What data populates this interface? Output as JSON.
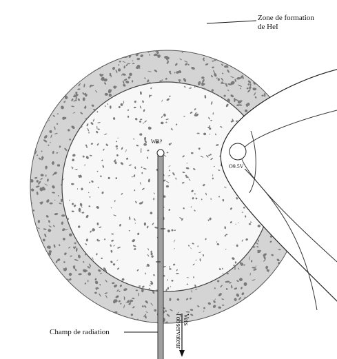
{
  "labels": {
    "zone_line1": "Zone de formation",
    "zone_line2": "de HeI",
    "wr_star": "WR?",
    "o_star": "O9.5V",
    "champ": "Champ de radiation",
    "vers": "Vers",
    "observateur": "l'observateur"
  },
  "colors": {
    "shell": "#d4d4d4",
    "inner": "#f7f7f7",
    "speckle": "#7a7a7a",
    "column": "#a0a0a0",
    "line": "#111111"
  },
  "icons": {
    "down_arrow": "down-arrow-icon"
  }
}
